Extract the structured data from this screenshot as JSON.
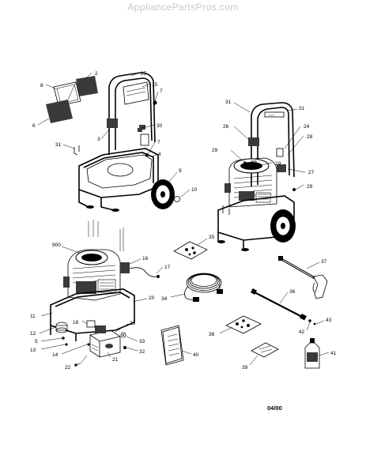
{
  "watermark": "AppliancePartsPros.com",
  "date_code": "04/00",
  "callouts": {
    "c2": "2",
    "c8": "8",
    "c6": "6",
    "c25": "25",
    "c15": "15",
    "c7a": "7",
    "c30": "30",
    "c3": "3",
    "c7b": "7",
    "c4": "4",
    "c31a": "31",
    "c9": "9",
    "c10": "10",
    "c31b": "31",
    "c31c": "31",
    "c26": "26",
    "c24": "24",
    "c28": "28",
    "c29a": "29",
    "c19": "19",
    "c27": "27",
    "c29b": "29",
    "c900": "900",
    "c35": "35",
    "c16": "16",
    "c17": "17",
    "c37": "37",
    "c20": "20",
    "c11": "11",
    "c34": "34",
    "c36": "36",
    "c18": "18",
    "c23": "23",
    "c12": "12",
    "c5": "5",
    "c13": "13",
    "c14": "14",
    "c33": "33",
    "c32": "32",
    "c22": "22",
    "c21": "21",
    "c38": "38",
    "c42": "42",
    "c43": "43",
    "c40": "40",
    "c39": "39",
    "c41": "41"
  }
}
